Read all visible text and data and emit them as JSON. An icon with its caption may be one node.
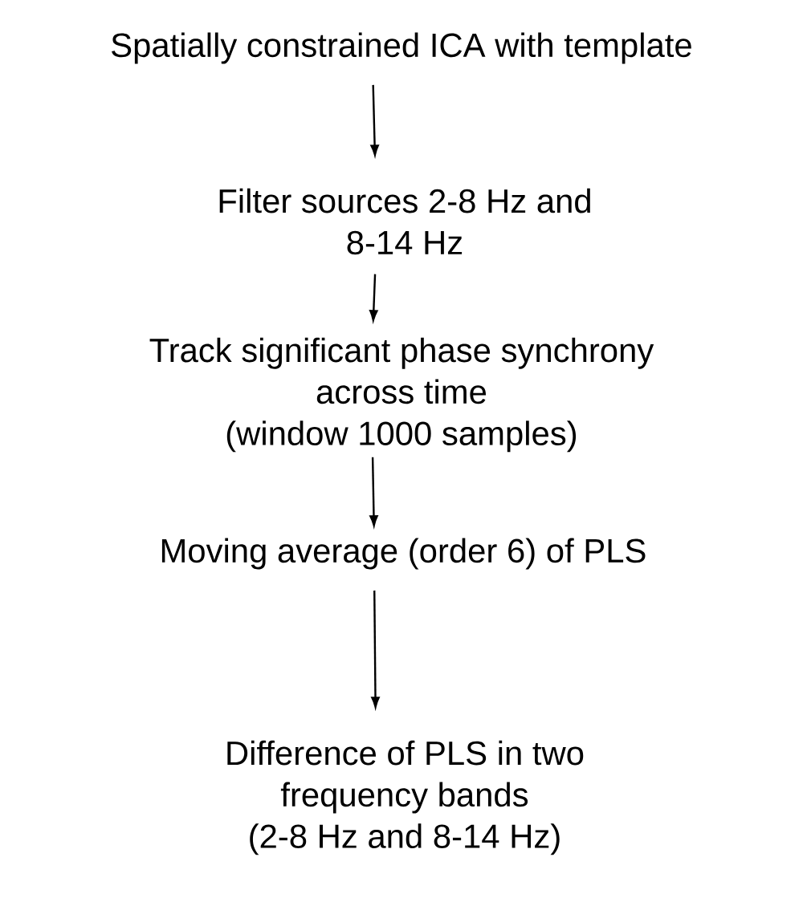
{
  "diagram": {
    "nodes": [
      {
        "text": [
          "Spatially constrained ICA with template"
        ]
      },
      {
        "text": [
          "Filter sources 2-8 Hz and 8-14 Hz"
        ]
      },
      {
        "text": [
          "Track significant phase synchrony across time (window 1000 samples)"
        ]
      },
      {
        "text": [
          "Moving average (order 6) of PLS"
        ]
      },
      {
        "text": [
          "Difference of PLS in two frequency bands (2-8 Hz and 8-14 Hz)"
        ]
      }
    ],
    "edges": [
      {
        "from": 0,
        "to": 1,
        "arrow": "to"
      },
      {
        "from": 1,
        "to": 2,
        "arrow": "to"
      },
      {
        "from": 2,
        "to": 3,
        "arrow": "to"
      },
      {
        "from": 3,
        "to": 4,
        "arrow": "to"
      }
    ]
  }
}
